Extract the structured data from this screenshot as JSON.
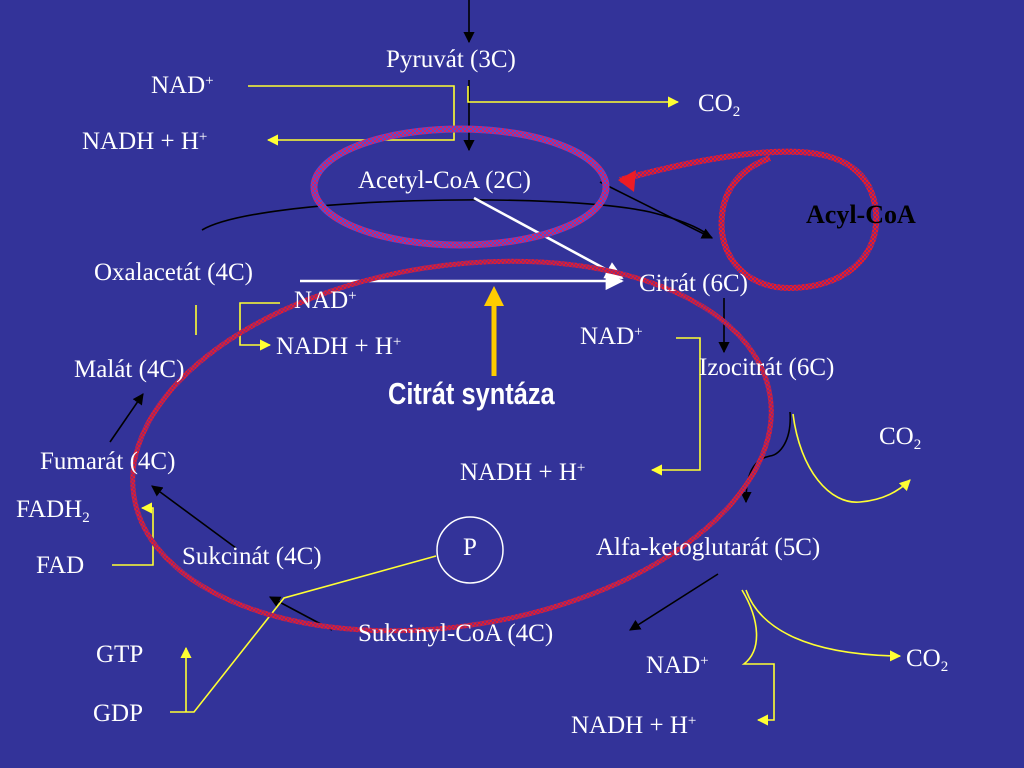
{
  "compounds": {
    "pyruvat": "Pyruvát (3C)",
    "acetyl_coa": "Acetyl-CoA (2C)",
    "acyl_coa": "Acyl-CoA",
    "oxalacetat": "Oxalacetát (4C)",
    "citrat": "Citrát (6C)",
    "izocitrat": "Izocitrát (6C)",
    "malat": "Malát (4C)",
    "fumarat": "Fumarát (4C)",
    "alfa_ketoglutarat": "Alfa-ketoglutarát (5C)",
    "sukcinat": "Sukcinát (4C)",
    "sukcinyl_coa": "Sukcinyl-CoA (4C)"
  },
  "cofactors": {
    "nad": "NAD",
    "nadh": "NADH + H",
    "plus": "+",
    "co": "CO",
    "two": "2",
    "fadh": "FADH",
    "fad": "FAD",
    "gtp": "GTP",
    "gdp": "GDP",
    "phosphate": "P"
  },
  "enzyme": "Citrát syntáza",
  "colors": {
    "background": "#333399",
    "text": "#ffffff",
    "cofactor_line": "#ffff33",
    "reaction_arrow": "#000000",
    "highlight_arrow": "#ffffff",
    "enzyme_arrow": "#ffcc00",
    "cycle_ring": "#cc2233"
  }
}
